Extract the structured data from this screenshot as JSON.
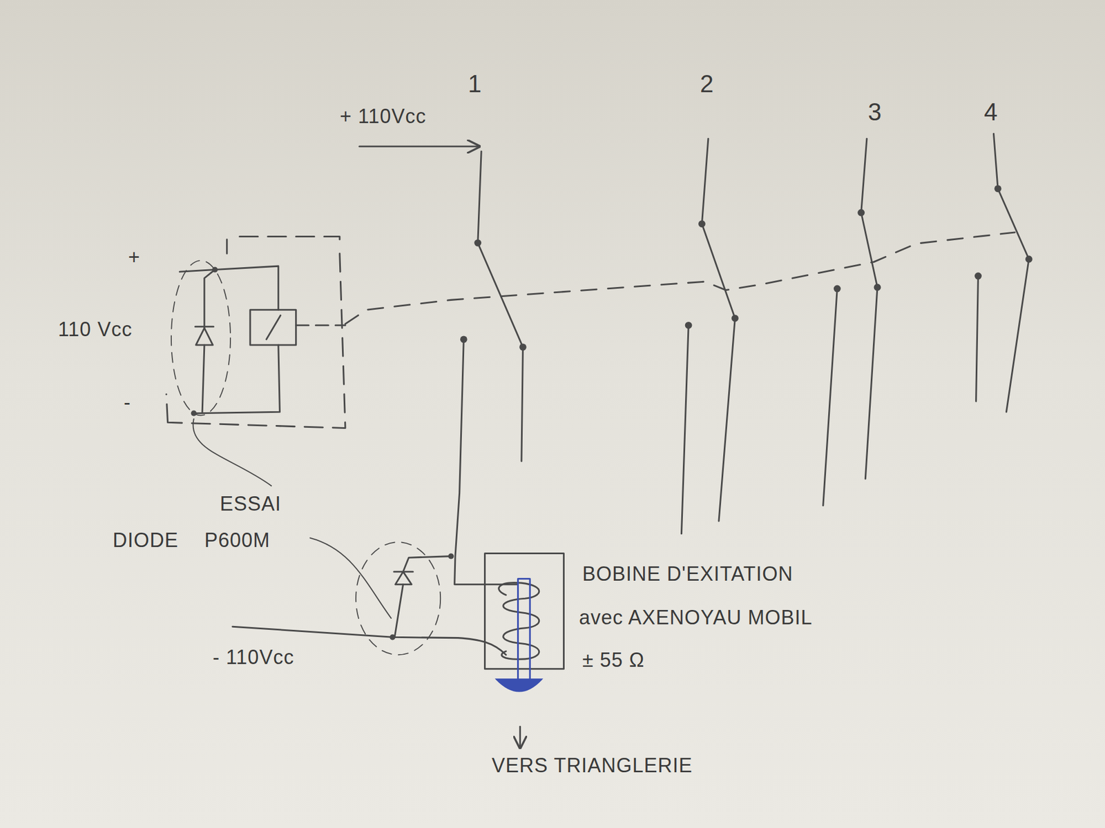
{
  "diagram": {
    "labels": [
      "1",
      "+ 110Vcc",
      "2",
      "3",
      "4",
      "+",
      "110 Vcc",
      "-",
      "ESSAI",
      "DIODE",
      "P600M",
      "BOBINE D'EXITATION",
      "avec AXENOYAU MOBIL",
      "± 55 Ω",
      "- 110Vcc",
      "VERS TRIANGLERIE"
    ]
  }
}
